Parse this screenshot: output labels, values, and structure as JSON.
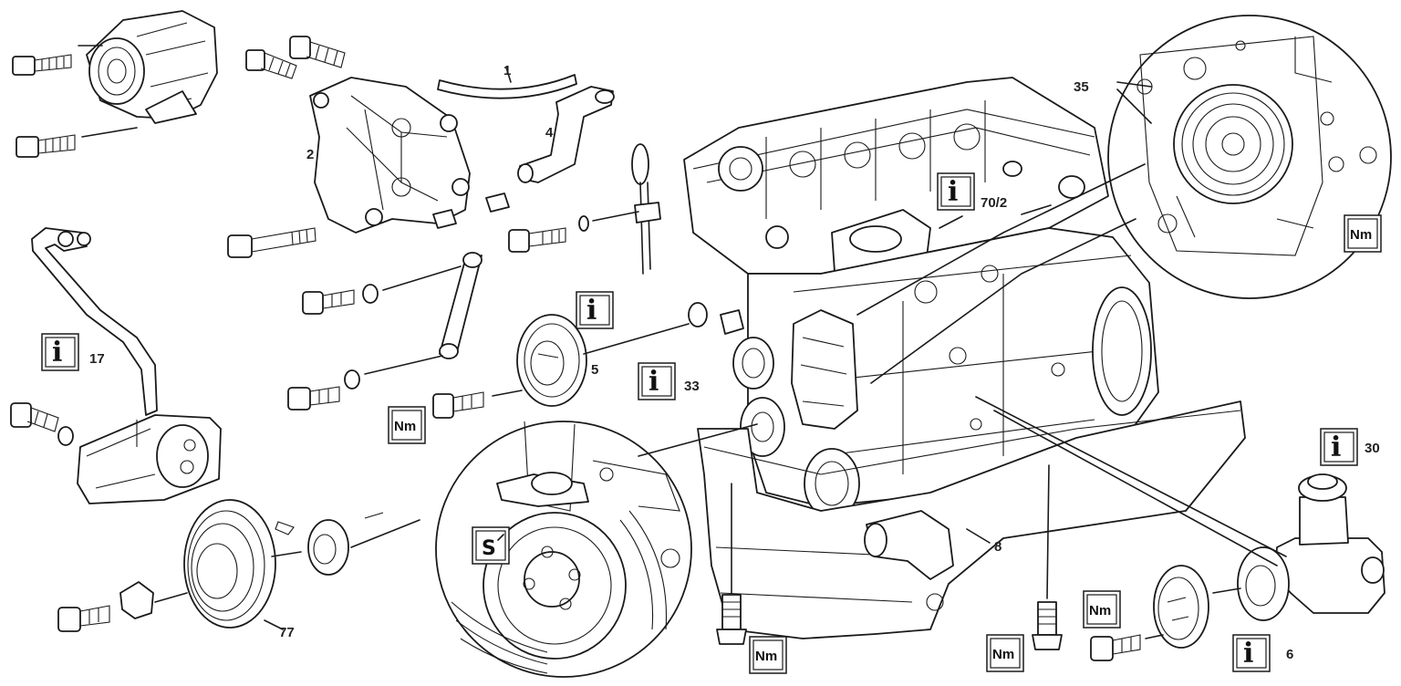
{
  "callouts": {
    "c1": "1",
    "c2": "2",
    "c4": "4",
    "c5": "5",
    "c6": "6",
    "c8": "8",
    "c17": "17",
    "c30": "30",
    "c33": "33",
    "c35": "35",
    "c70_2": "70/2",
    "c77": "77"
  },
  "badges": {
    "nm": "Nm",
    "info": "i",
    "special_tool": "S"
  },
  "colors": {
    "line": "#1a1a1a",
    "background": "#ffffff"
  },
  "icons": [
    "info-icon",
    "torque-nm-icon",
    "special-tool-icon"
  ]
}
